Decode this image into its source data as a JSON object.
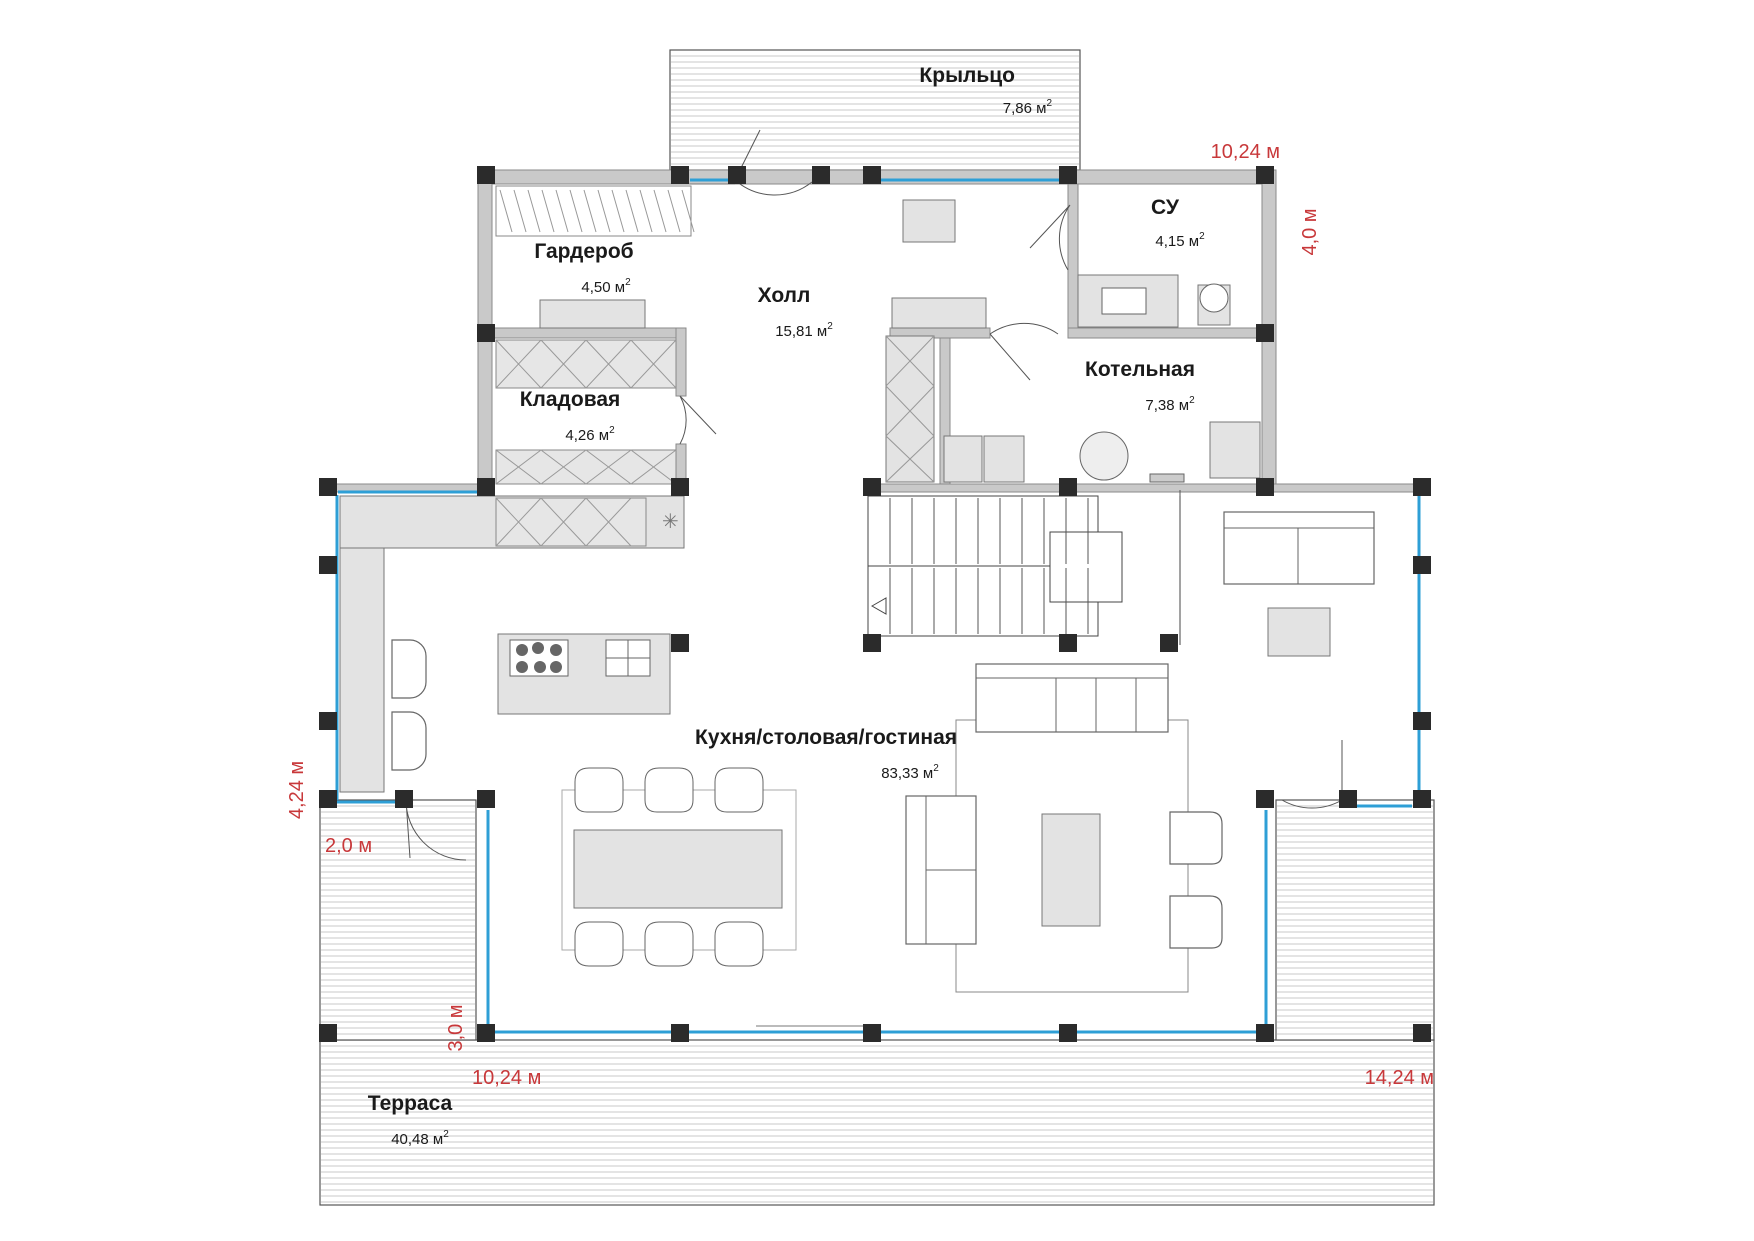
{
  "rooms": {
    "porch": {
      "name": "Крыльцо",
      "area": "7,86 м",
      "unit_sup": "2"
    },
    "wardrobe": {
      "name": "Гардероб",
      "area": "4,50 м",
      "unit_sup": "2"
    },
    "hall": {
      "name": "Холл",
      "area": "15,81 м",
      "unit_sup": "2"
    },
    "bathroom": {
      "name": "СУ",
      "area": "4,15 м",
      "unit_sup": "2"
    },
    "pantry": {
      "name": "Кладовая",
      "area": "4,26 м",
      "unit_sup": "2"
    },
    "boiler": {
      "name": "Котельная",
      "area": "7,38 м",
      "unit_sup": "2"
    },
    "living": {
      "name": "Кухня/столовая/гостиная",
      "area": "83,33 м",
      "unit_sup": "2"
    },
    "terrace": {
      "name": "Терраса",
      "area": "40,48 м",
      "unit_sup": "2"
    }
  },
  "dimensions": {
    "top_right_width": "10,24 м",
    "right_height": "4,0 м",
    "left_height": "4,24 м",
    "left_offset": "2,0 м",
    "terrace_depth": "3,0 м",
    "bottom_width": "10,24 м",
    "total_width": "14,24 м"
  },
  "colors": {
    "dimension_text": "#c8383a",
    "glazing": "#2e9fd6",
    "wall": "#c9c9c9",
    "column": "#2b2b2b"
  }
}
